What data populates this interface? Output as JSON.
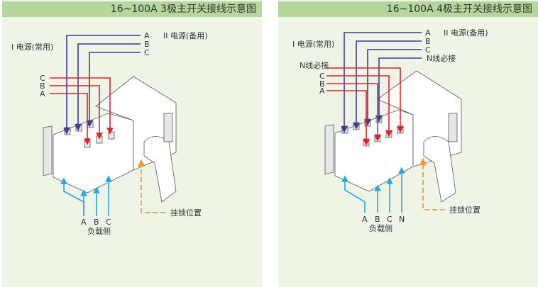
{
  "left": {
    "title": "16~100A 3极主开关接线示意图",
    "source1": "I 电源(常用)",
    "source2": "II 电源(备用)",
    "blue_labels": [
      "A",
      "B",
      "C"
    ],
    "red_labels": [
      "C",
      "B",
      "A"
    ],
    "load_labels": [
      "A",
      "B",
      "C"
    ],
    "load_side": "负载侧",
    "lock": "挂锁位置"
  },
  "right": {
    "title": "16~100A 4极主开关接线示意图",
    "source1": "I 电源(常用)",
    "source2": "II 电源(备用)",
    "blue_labels": [
      "A",
      "B",
      "C",
      "N线必接"
    ],
    "red_labels": [
      "N线必接",
      "C",
      "B",
      "A"
    ],
    "load_labels": [
      "A",
      "B",
      "C",
      "N"
    ],
    "load_side": "负载侧",
    "lock": "挂锁位置"
  }
}
